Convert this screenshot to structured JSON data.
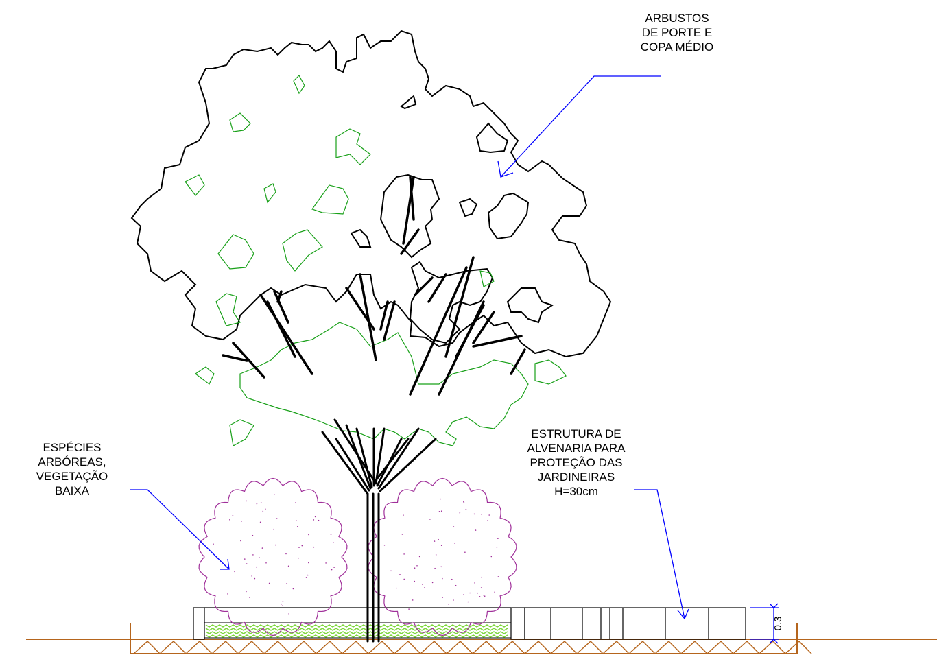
{
  "labels": {
    "shrubs": [
      "ARBUSTOS",
      "DE PORTE E",
      "COPA MÉDIO"
    ],
    "trees_low": [
      "ESPÉCIES",
      "ARBÓREAS,",
      "VEGETAÇÃO",
      "BAIXA"
    ],
    "masonry": [
      "ESTRUTURA DE",
      "ALVENARIA PARA",
      "PROTEÇÃO DAS",
      "JARDINEIRAS",
      "H=30cm"
    ]
  },
  "dimension": {
    "value": "0.3"
  },
  "colors": {
    "ground": "#b5651d",
    "leader": "#0000ff",
    "foliage_green": "#18a018",
    "shrub": "#a0309a",
    "planting_bed": "#7cd63a",
    "outline": "#000000"
  }
}
